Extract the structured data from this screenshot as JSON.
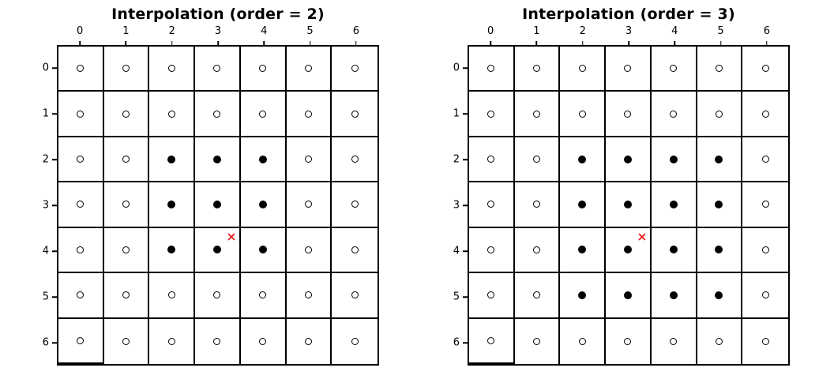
{
  "colors": {
    "grid_line": "#000000",
    "marker_fill": "#000000",
    "marker_open_fill": "#ffffff",
    "interp_point": "#ee1111",
    "background": "#ffffff"
  },
  "chart_data": [
    {
      "type": "scatter",
      "title": "Interpolation (order = 2)",
      "x_ticks": [
        "0",
        "1",
        "2",
        "3",
        "4",
        "5",
        "6"
      ],
      "y_ticks": [
        "0",
        "1",
        "2",
        "3",
        "4",
        "5",
        "6"
      ],
      "axis": {
        "x_position": "top",
        "y_position": "left",
        "xlim": [
          -0.5,
          6.5
        ],
        "ylim": [
          6.5,
          -0.5
        ],
        "grid": true
      },
      "filled_matrix": [
        [
          0,
          0,
          0,
          0,
          0,
          0,
          0
        ],
        [
          0,
          0,
          0,
          0,
          0,
          0,
          0
        ],
        [
          0,
          0,
          1,
          1,
          1,
          0,
          0
        ],
        [
          0,
          0,
          1,
          1,
          1,
          0,
          0
        ],
        [
          0,
          0,
          1,
          1,
          1,
          0,
          0
        ],
        [
          0,
          0,
          0,
          0,
          0,
          0,
          0
        ],
        [
          0,
          0,
          0,
          0,
          0,
          0,
          0
        ]
      ],
      "interpolated_point": {
        "x": 3.3,
        "y": 3.7,
        "marker": "x",
        "color": "#ee1111"
      }
    },
    {
      "type": "scatter",
      "title": "Interpolation (order = 3)",
      "x_ticks": [
        "0",
        "1",
        "2",
        "3",
        "4",
        "5",
        "6"
      ],
      "y_ticks": [
        "0",
        "1",
        "2",
        "3",
        "4",
        "5",
        "6"
      ],
      "axis": {
        "x_position": "top",
        "y_position": "left",
        "xlim": [
          -0.5,
          6.5
        ],
        "ylim": [
          6.5,
          -0.5
        ],
        "grid": true
      },
      "filled_matrix": [
        [
          0,
          0,
          0,
          0,
          0,
          0,
          0
        ],
        [
          0,
          0,
          0,
          0,
          0,
          0,
          0
        ],
        [
          0,
          0,
          1,
          1,
          1,
          1,
          0
        ],
        [
          0,
          0,
          1,
          1,
          1,
          1,
          0
        ],
        [
          0,
          0,
          1,
          1,
          1,
          1,
          0
        ],
        [
          0,
          0,
          1,
          1,
          1,
          1,
          0
        ],
        [
          0,
          0,
          0,
          0,
          0,
          0,
          0
        ]
      ],
      "interpolated_point": {
        "x": 3.3,
        "y": 3.7,
        "marker": "x",
        "color": "#ee1111"
      }
    }
  ]
}
